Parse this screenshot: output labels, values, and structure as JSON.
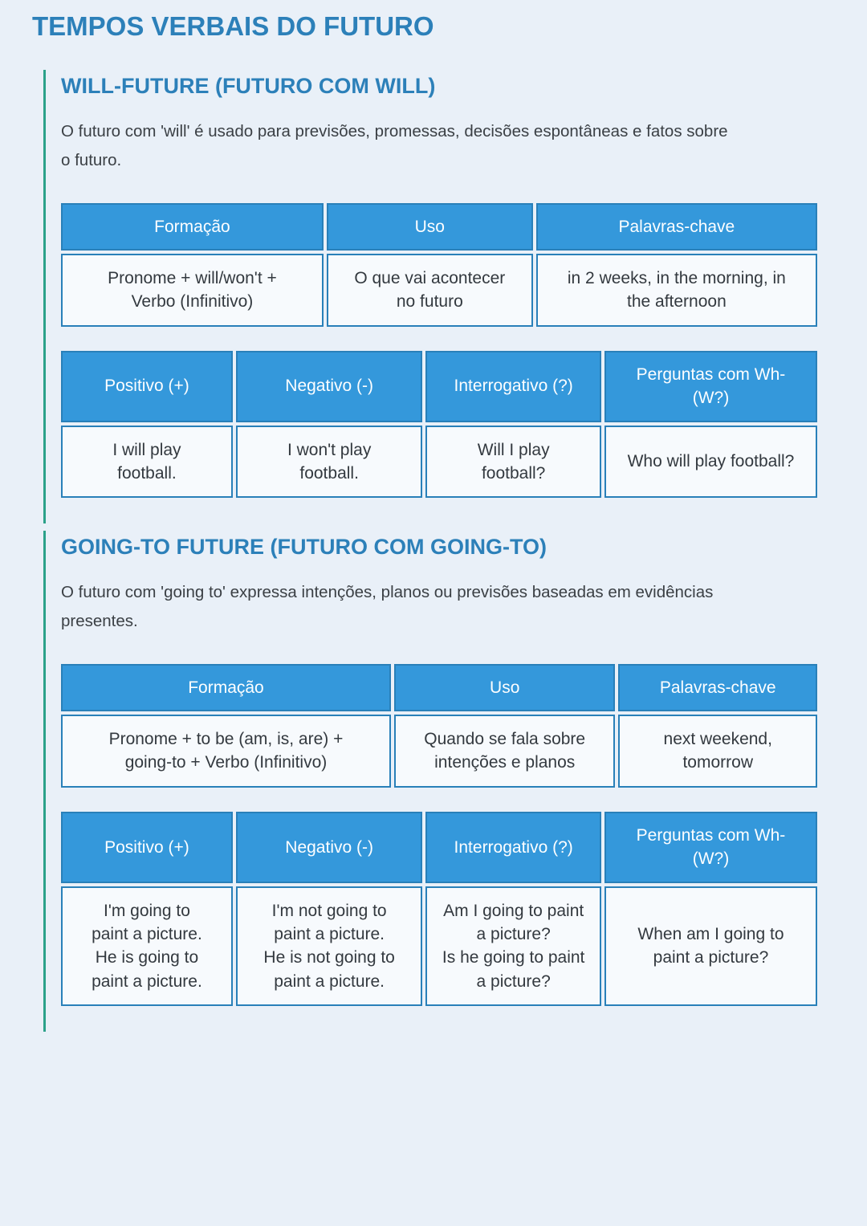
{
  "page": {
    "title": "TEMPOS VERBAIS DO FUTURO"
  },
  "theme": {
    "page_background": "#e9f0f8",
    "table_header_blue": "#3498db",
    "table_border_blue": "#2980b9",
    "heading_blue": "#2c80b9",
    "section_rule_teal": "#2ba189",
    "cell_background": "#f7fafd",
    "body_text": "#3b4045"
  },
  "sections": [
    {
      "heading": "WILL-FUTURE (FUTURO COM WILL)",
      "intro": "O futuro com 'will' é usado para previsões, promessas, decisões espontâneas e fatos sobre\no futuro.",
      "tables": [
        {
          "headers": [
            "Formação",
            "Uso",
            "Palavras-chave"
          ],
          "rows": [
            [
              "Pronome + will/won't +\nVerbo (Infinitivo)",
              "O que vai acontecer\nno futuro",
              "in 2 weeks, in the morning, in\nthe afternoon"
            ]
          ]
        },
        {
          "headers": [
            "Positivo (+)",
            "Negativo (-)",
            "Interrogativo (?)",
            "Perguntas com Wh-\n(W?)"
          ],
          "rows": [
            [
              "I will play\nfootball.",
              "I won't play\nfootball.",
              "Will I play\nfootball?",
              "Who will play football?"
            ]
          ]
        }
      ]
    },
    {
      "heading": "GOING-TO FUTURE (FUTURO COM GOING-TO)",
      "intro": "O futuro com 'going to' expressa intenções, planos ou previsões baseadas em evidências\npresentes.",
      "tables": [
        {
          "headers": [
            "Formação",
            "Uso",
            "Palavras-chave"
          ],
          "rows": [
            [
              "Pronome + to be (am, is, are) +\ngoing-to + Verbo (Infinitivo)",
              "Quando se fala sobre\nintenções e planos",
              "next weekend,\ntomorrow"
            ]
          ]
        },
        {
          "headers": [
            "Positivo (+)",
            "Negativo (-)",
            "Interrogativo (?)",
            "Perguntas com Wh-\n(W?)"
          ],
          "rows": [
            [
              "I'm going to\npaint a picture.\nHe is going to\npaint a picture.",
              "I'm not going to\npaint a picture.\nHe is not going to\npaint a picture.",
              "Am I going to paint\na picture?\nIs he going to paint\na picture?",
              "When am I going to\npaint a picture?"
            ]
          ]
        }
      ]
    }
  ]
}
